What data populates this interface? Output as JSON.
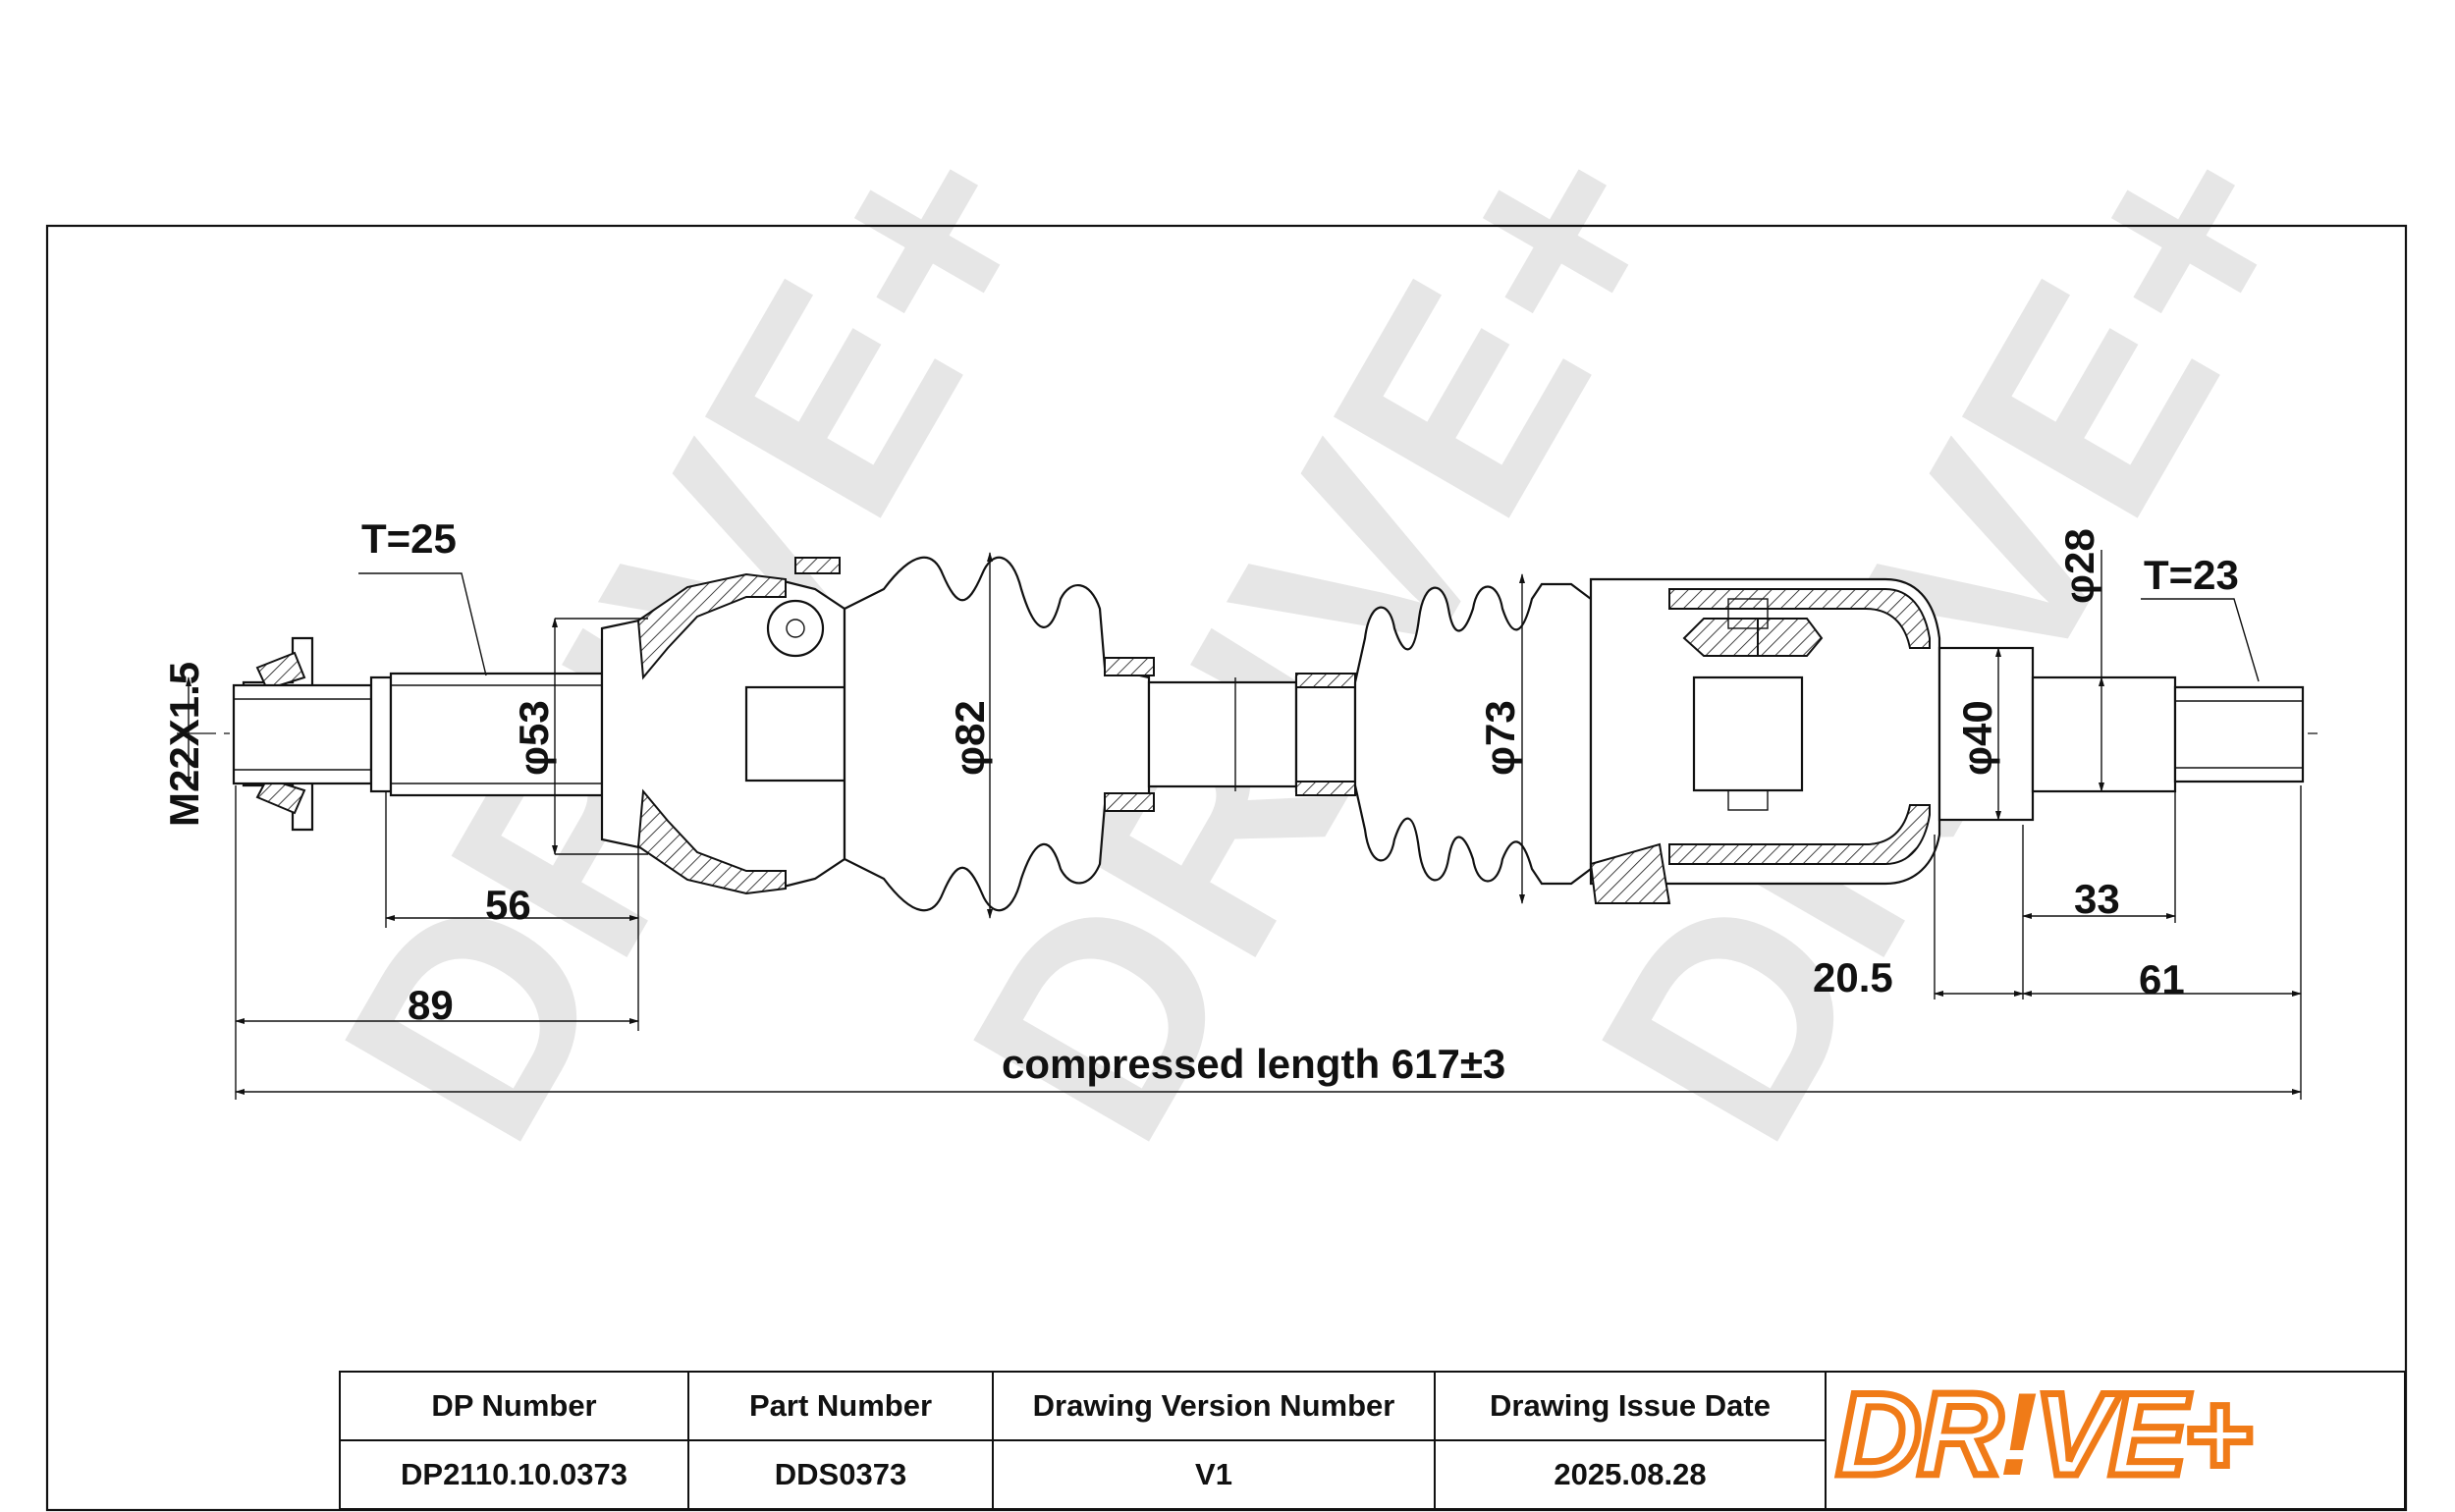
{
  "dimensions": {
    "thread_left": "T=25",
    "thread_right": "T=23",
    "thread_size": "M22X1.5",
    "dia_53": "φ53",
    "dia_82": "φ82",
    "dia_73": "φ73",
    "dia_40": "φ40",
    "dia_28": "φ28",
    "len_56": "56",
    "len_89": "89",
    "len_20_5": "20.5",
    "len_33": "33",
    "len_61": "61",
    "compressed_length": "compressed length 617±3"
  },
  "watermark": {
    "text": "DR!VE+",
    "color": "#e4e4e4"
  },
  "title_block": {
    "headers": [
      "DP Number",
      "Part Number",
      "Drawing Version Number",
      "Drawing Issue Date"
    ],
    "values": [
      "DP2110.10.0373",
      "DDS0373",
      "V1",
      "2025.08.28"
    ]
  },
  "logo": {
    "text_main": "DR",
    "text_dot": "!",
    "text_end": "VE+",
    "color": "#f07b18"
  }
}
